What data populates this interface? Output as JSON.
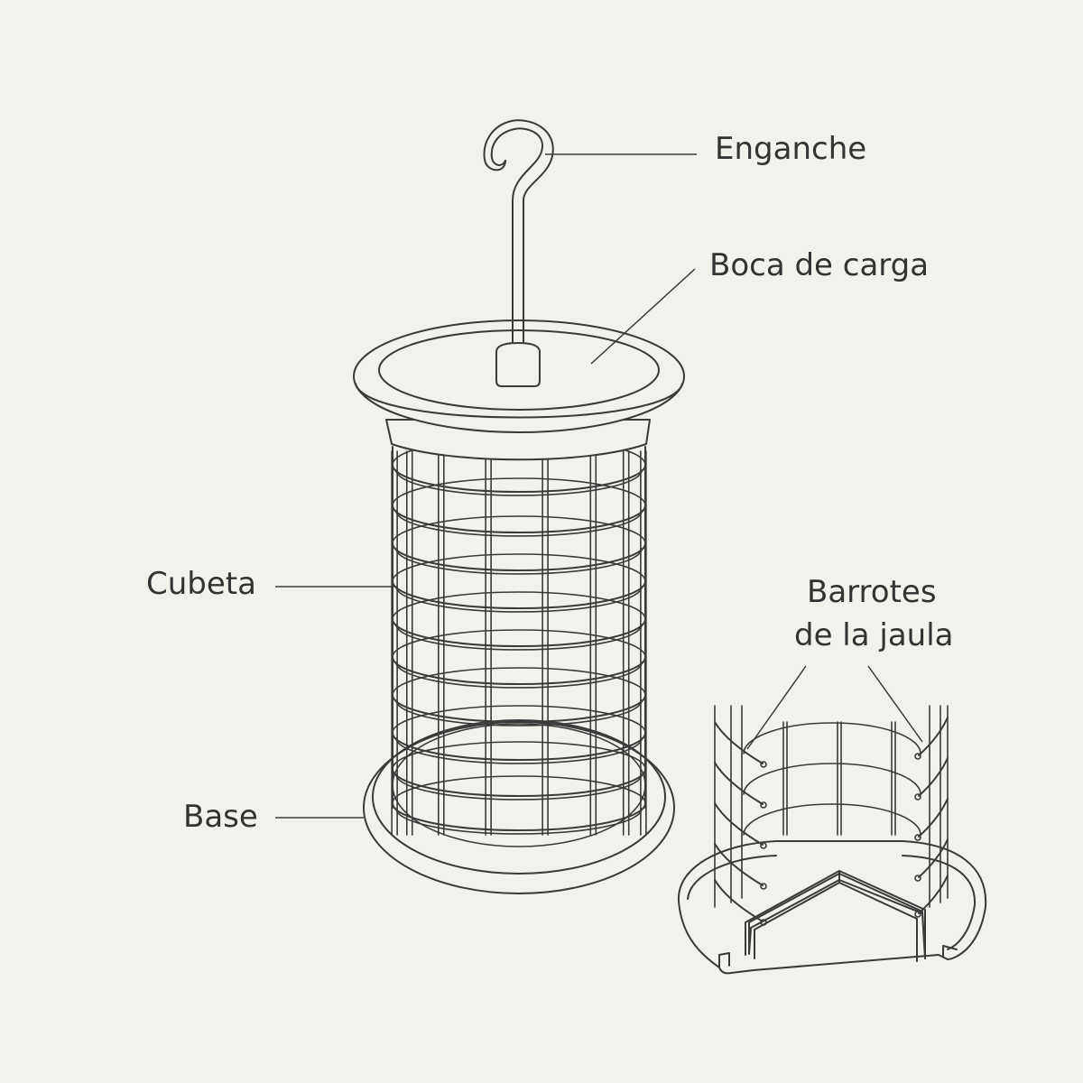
{
  "labels": {
    "hook": "Enganche",
    "loading_mouth": "Boca de carga",
    "bucket": "Cubeta",
    "base": "Base",
    "cage_bars_line1": "Barrotes",
    "cage_bars_line2": "de la jaula"
  },
  "colors": {
    "background": "#f2f1ec",
    "line": "#3a3a3a",
    "text": "#333333"
  }
}
